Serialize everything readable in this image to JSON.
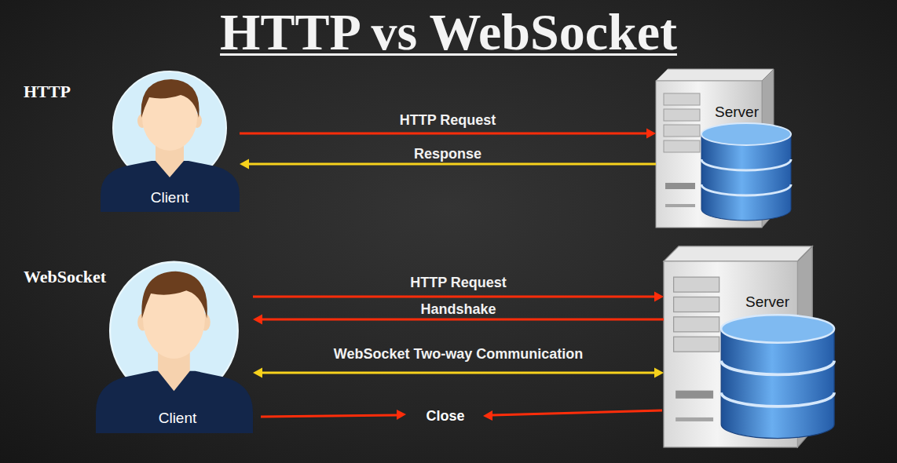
{
  "diagram": {
    "title": "HTTP vs WebSocket",
    "nodes": [
      {
        "text": [
          "Client"
        ]
      },
      {
        "text": [
          "Server"
        ]
      },
      {
        "text": [
          "Client"
        ]
      },
      {
        "text": [
          "Server"
        ]
      }
    ],
    "edges": [
      {
        "from": 0,
        "to": 1,
        "arrow": "to",
        "label": "HTTP Request"
      },
      {
        "from": 1,
        "to": 0,
        "arrow": "to",
        "label": "Response"
      },
      {
        "from": 2,
        "to": 3,
        "arrow": "to",
        "label": "HTTP Request"
      },
      {
        "from": 3,
        "to": 2,
        "arrow": "to",
        "label": "Handshake"
      },
      {
        "from": 2,
        "to": 3,
        "arrow": "both",
        "label": "WebSocket Two-way Communication"
      }
    ],
    "labels": [
      "HTTP",
      "WebSocket",
      "Close"
    ]
  }
}
